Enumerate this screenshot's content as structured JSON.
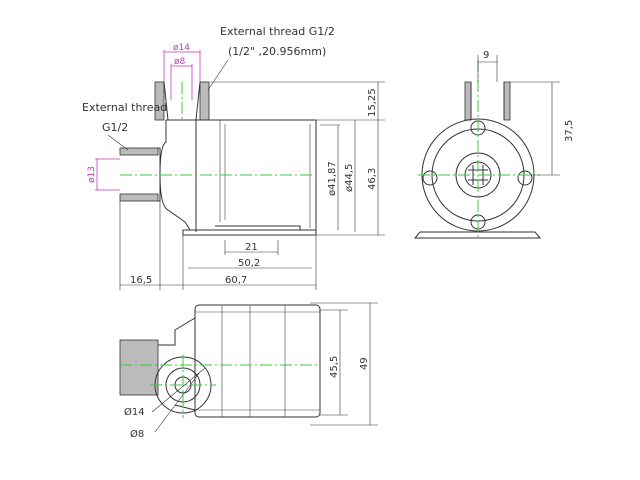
{
  "labels": {
    "top_thread": "External thread G1/2",
    "top_thread_size": "(1/2\" ,20.956mm)",
    "side_thread_line1": "External thread",
    "side_thread_line2": "G1/2"
  },
  "dimensions": {
    "outlet_outer": "ø14",
    "outlet_inner": "ø8",
    "inlet_dia": "ø13",
    "outlet_height": "15,25",
    "body_dia_inner": "ø41,87",
    "body_dia": "ø44,5",
    "total_height": "46,3",
    "base_hole_spacing": "21",
    "base_length": "50,2",
    "body_length": "60,7",
    "inlet_length": "16,5",
    "outlet_offset": "9",
    "outlet_center_height": "37,5",
    "bottom_body_width": "45,5",
    "bottom_total_width": "49",
    "bottom_outer_dia": "Ø14",
    "bottom_inner_dia": "Ø8"
  },
  "colors": {
    "centerline": "#3ec83e",
    "dimension_accent": "#c03cc0",
    "outline": "#333333"
  }
}
